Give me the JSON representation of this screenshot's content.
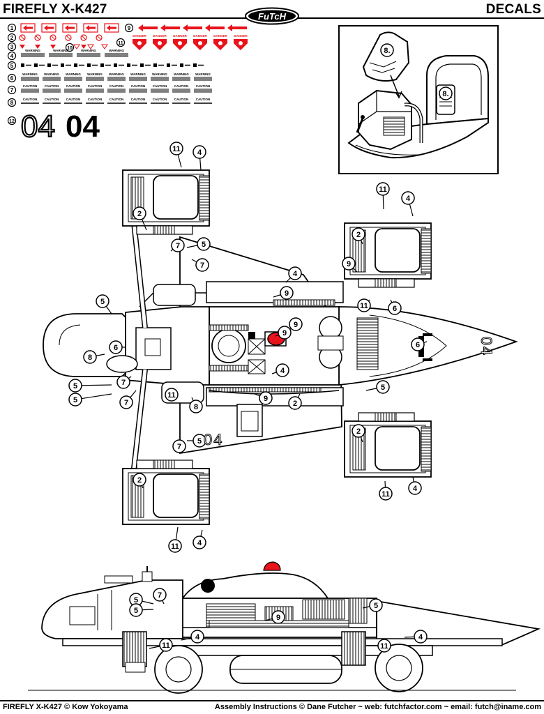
{
  "header": {
    "title": "FIREFLY X-K427",
    "section": "DECALS",
    "logo_text": "FuTcH"
  },
  "decal_sheet": {
    "row_numbers": [
      "1",
      "2",
      "3",
      "4",
      "5",
      "6",
      "7",
      "8",
      "9",
      "10",
      "11",
      "12"
    ],
    "warning_label": "WARNING",
    "caution_label": "CAUTION",
    "danger_label": "DANGER",
    "markings": [
      "04",
      "04"
    ]
  },
  "cockpit_inset": {
    "callouts": [
      "8.",
      "8."
    ]
  },
  "top_view": {
    "hull_marking": "04",
    "tail_marking": "04",
    "callouts": [
      "11",
      "4",
      "2",
      "5",
      "7",
      "7",
      "4",
      "9",
      "6",
      "8",
      "5",
      "5",
      "7",
      "11",
      "8",
      "5",
      "2",
      "7",
      "5",
      "7",
      "2",
      "11",
      "4",
      "11",
      "4",
      "2",
      "9",
      "11",
      "6",
      "6",
      "4",
      "9",
      "9",
      "5",
      "2",
      "11",
      "4",
      "9"
    ]
  },
  "side_view": {
    "callouts": [
      "5",
      "5",
      "7",
      "9",
      "5",
      "11",
      "4",
      "11",
      "4"
    ]
  },
  "footer": {
    "left": "FIREFLY X-K427 © Kow Yokoyama",
    "right": "Assembly Instructions © Dane Futcher  ~  web: futchfactor.com  ~  email: futch@iname.com"
  },
  "colors": {
    "ink": "#000000",
    "paper": "#ffffff",
    "decal_red": "#e8131b",
    "shade": "#bdbdbd"
  }
}
